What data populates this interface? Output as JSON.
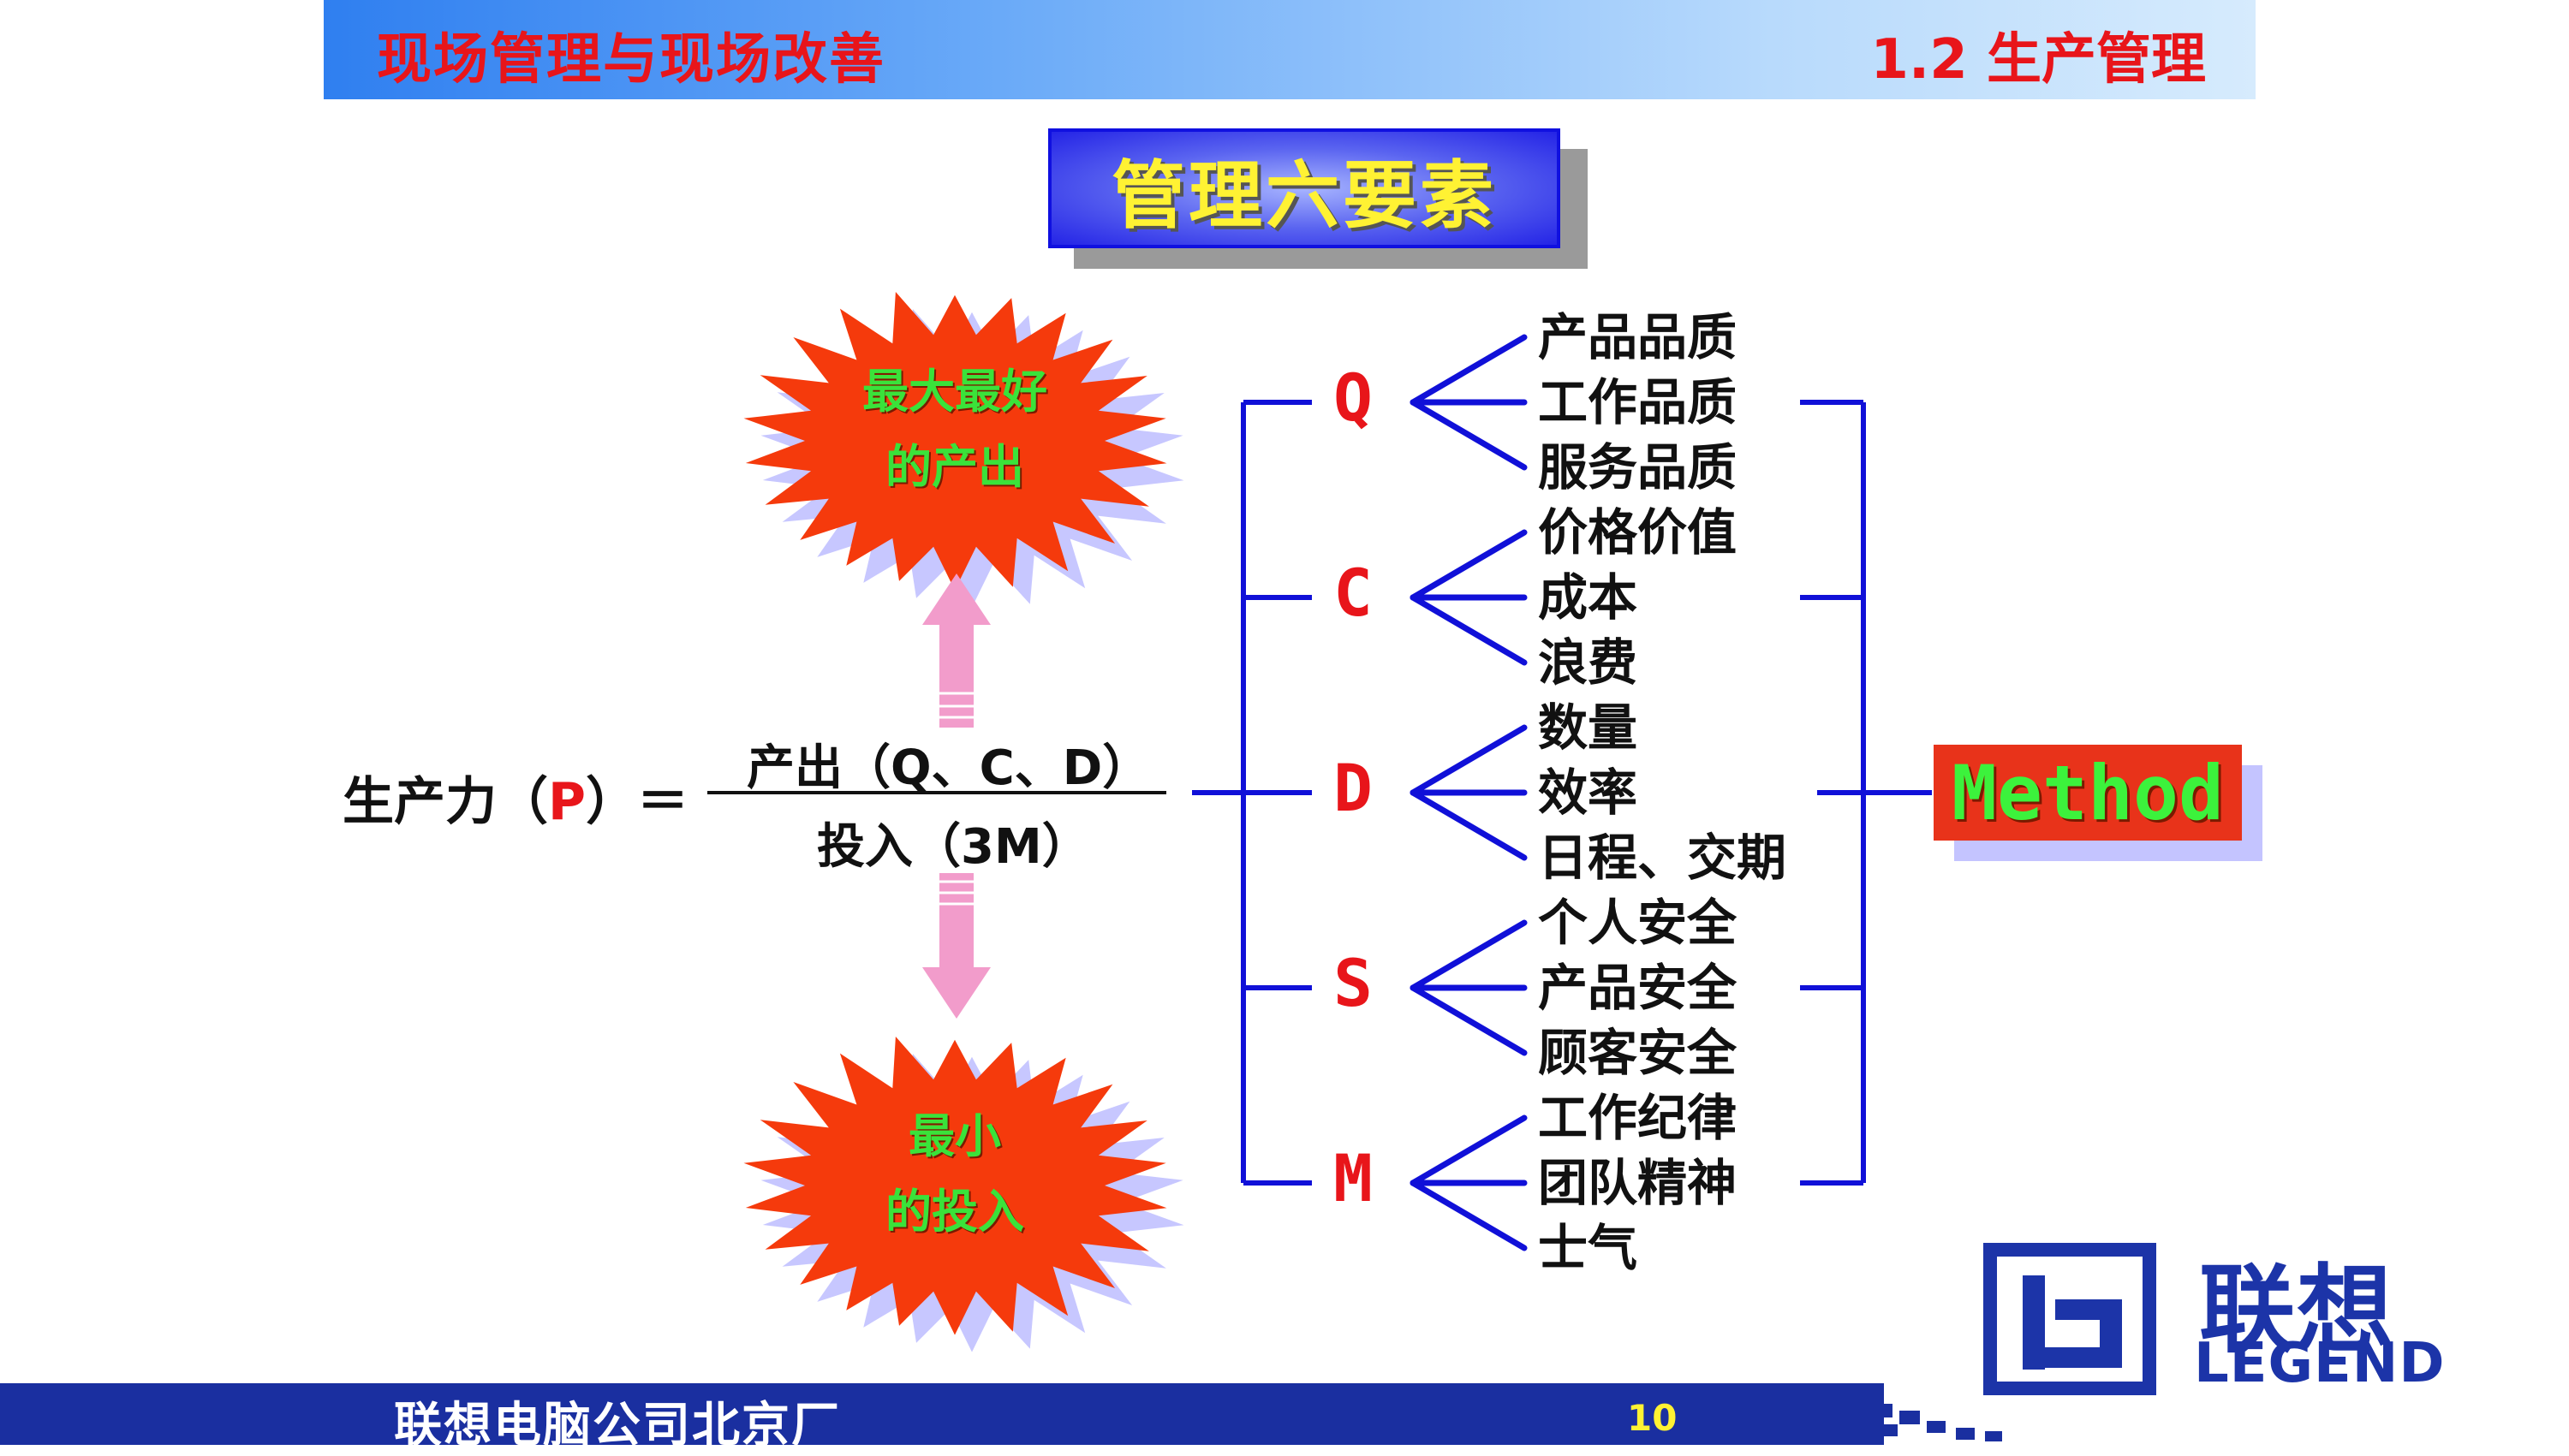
{
  "header": {
    "left_title": "现场管理与现场改善",
    "right_title": "1.2  生产管理"
  },
  "title": "管理六要素",
  "bursts": {
    "top": {
      "line1": "最大最好",
      "line2": "的产出"
    },
    "bottom": {
      "line1": "最小",
      "line2": "的投入"
    }
  },
  "formula": {
    "lhs_prefix": "生产力（",
    "lhs_symbol": "P",
    "lhs_suffix": "）＝",
    "numerator": "产出（Q、C、D）",
    "denominator": "投入（3M）"
  },
  "groups": [
    {
      "letter": "Q",
      "items": [
        "产品品质",
        "工作品质",
        "服务品质"
      ]
    },
    {
      "letter": "C",
      "items": [
        "价格价值",
        "成本",
        "浪费"
      ]
    },
    {
      "letter": "D",
      "items": [
        "数量",
        "效率",
        "日程、交期"
      ]
    },
    {
      "letter": "S",
      "items": [
        "个人安全",
        "产品安全",
        "顾客安全"
      ]
    },
    {
      "letter": "M",
      "items": [
        "工作纪律",
        "团队精神",
        "士气"
      ]
    }
  ],
  "method_label": "Method",
  "logo": {
    "cn": "联想",
    "en": "LEGEND"
  },
  "footer": {
    "company": "联想电脑公司北京厂",
    "page": "10"
  },
  "colors": {
    "accent_red": "#e8151a",
    "line_blue": "#1010d8",
    "title_yellow": "#fff233",
    "burst_green": "#3ae23a",
    "footer_blue": "#1a2fa0"
  }
}
